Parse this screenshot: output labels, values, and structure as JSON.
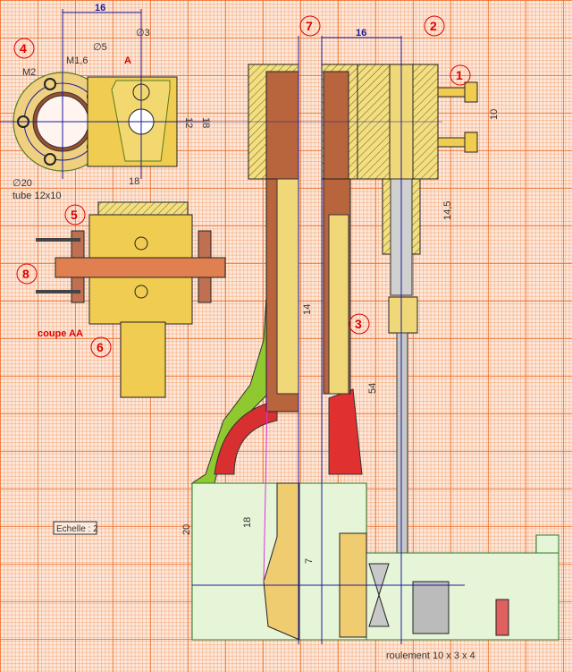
{
  "part_numbers": [
    "4",
    "5",
    "8",
    "6",
    "7",
    "2",
    "1",
    "3"
  ],
  "top_left_view": {
    "dim_width_top": "16",
    "dim_hole_3": "∅3",
    "dim_hole_5": "∅5",
    "thread_m16": "M1,6",
    "section_mark": "A",
    "thread_m2": "M2",
    "dim_height_12": "12",
    "dim_height_18": "18",
    "dim_width_18": "18",
    "dim_diameter_20": "∅20",
    "tube_label": "tube 12x10"
  },
  "section_label": "coupe AA",
  "right_view": {
    "dim_top_16": "16",
    "dim_screws_10": "10",
    "dim_14_5": "14,5",
    "dim_14": "14",
    "dim_54": "54",
    "dim_20": "20",
    "dim_18": "18",
    "dim_7": "7"
  },
  "scale_label": "Echelle : 2",
  "bearing_label": "roulement 10 x 3 x 4",
  "colors": {
    "brass": "#f0d878",
    "copper": "#b8643c",
    "green": "#90c830",
    "red": "#e03030",
    "base": "#e6f5d8",
    "axis": "#2020c0"
  }
}
